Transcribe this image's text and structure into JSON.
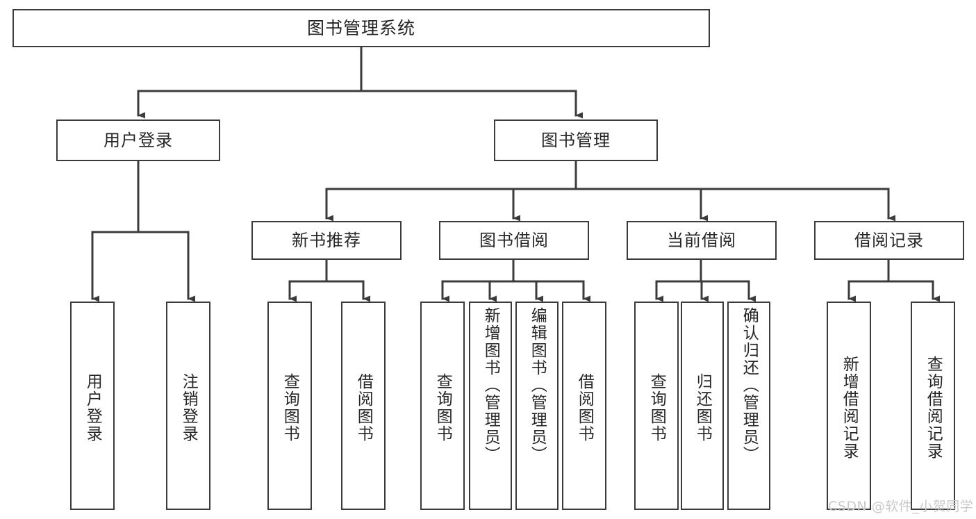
{
  "diagram": {
    "type": "tree",
    "title": "图书管理系统",
    "orientation": "top-down",
    "colors": {
      "background": "#ffffff",
      "box_border": "#3b3b3b",
      "connector": "#3b3b3b",
      "text": "#262626",
      "watermark": "#c9c9c9"
    },
    "root": {
      "label": "图书管理系统"
    },
    "level2": [
      {
        "label": "用户登录"
      },
      {
        "label": "图书管理"
      }
    ],
    "level3": [
      {
        "label": "新书推荐"
      },
      {
        "label": "图书借阅"
      },
      {
        "label": "当前借阅"
      },
      {
        "label": "借阅记录"
      }
    ],
    "leaves": {
      "user_login": [
        {
          "label": "用户登录"
        },
        {
          "label": "注销登录"
        }
      ],
      "new_book_recommend": [
        {
          "label": "查询图书"
        },
        {
          "label": "借阅图书"
        }
      ],
      "book_borrow": [
        {
          "label": "查询图书"
        },
        {
          "label": "新增图书（管理员）"
        },
        {
          "label": "编辑图书（管理员）"
        },
        {
          "label": "借阅图书"
        }
      ],
      "current_borrow": [
        {
          "label": "查询图书"
        },
        {
          "label": "归还图书"
        },
        {
          "label": "确认归还（管理员）"
        }
      ],
      "borrow_record": [
        {
          "label": "新增借阅记录"
        },
        {
          "label": "查询借阅记录"
        }
      ]
    }
  },
  "watermark": {
    "text": "CSDN @软件_小贺同学"
  }
}
